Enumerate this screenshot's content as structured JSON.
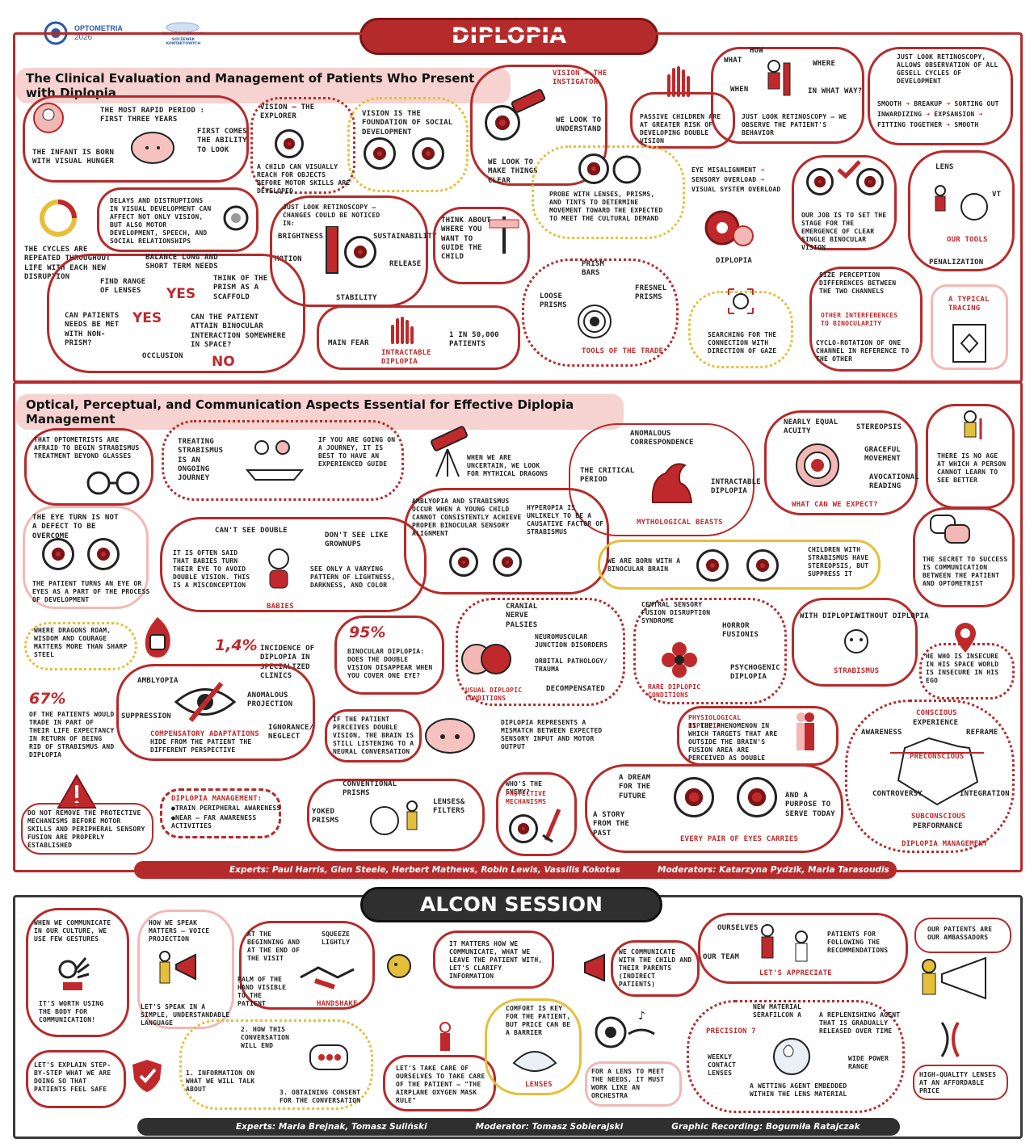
{
  "header": {
    "logo_name": "OPTOMETRIA",
    "logo_year": "2026",
    "partner_logo_line1": "PROJEKT ŚWIADOMOŚCI",
    "partner_logo_line2": "SOCZEWEK KONTAKTOWYCH",
    "main_title": "DIPLOPIA"
  },
  "section1": {
    "title": "The Clinical Evaluation and Management of Patients Who Present with Diplopia",
    "infant_born": "The infant is born with visual hunger",
    "rapid_period": "The most rapid period : first three years",
    "first_comes": "First comes the ability to look",
    "vision_explorer": "Vision – the explorer",
    "child_reach": "A child can visually reach for objects before motor skills are developed",
    "social_foundation": "Vision is the foundation of social development",
    "vision_instigator": "Vision – the instigator",
    "look_understand": "We look to understand",
    "look_clear": "We look to make things clear",
    "passive_children": "Passive children are at greater risk of developing double vision",
    "what": "What",
    "how": "How",
    "where": "Where",
    "when": "When",
    "in_what_way": "In what way?",
    "retino_observe": "Just look retinoscopy – we observe the patient's behavior",
    "retino_gesell": "Just look retinoscopy, allows observation of all Gesell cycles of development",
    "gesell_line1a": "Smooth",
    "gesell_line1b": "Breakup",
    "gesell_line1c": "Sorting out",
    "gesell_line2a": "Inwardizing",
    "gesell_line2b": "Expsansion",
    "gesell_line3a": "Fitting together",
    "gesell_line3b": "Smooth",
    "cycles_repeated": "The cycles are repeated throughout life with each new disruption",
    "delays": "Delays and distruptions in visual development can affect not only vision, but also motor development, speech, and social relationships",
    "retino_changes": "Just look retinoscopy – changes could be noticed in:",
    "brightness": "Brightness",
    "sustainability": "Sustainability",
    "motion": "Motion",
    "release": "Release",
    "stability": "Stability",
    "think_guide": "Think about where you want to guide the child",
    "probe_lenses": "Probe with lenses, prisms, and tints to determine movement toward the expected to meet the cultural demand",
    "eye_misalign": "Eye misalignment",
    "sensory_overload": "Sensory overload",
    "visual_overload": "Visual system overload",
    "diplopia": "Diplopia",
    "our_job": "Our job is to set the stage for the emergence of clear single binocular vision",
    "lens": "Lens",
    "vt": "VT",
    "our_tools": "Our tools",
    "penalization": "Penalization",
    "balance": "Balance long and short term needs",
    "find_range": "Find range of lenses",
    "think_prism": "Think of the prism as a scaffold",
    "yes1": "YES",
    "yes2": "YES",
    "no": "NO",
    "can_patients": "Can patients needs be met with non-prism?",
    "can_attain": "Can the patient attain binocular interaction somewhere in space?",
    "occlusion": "Occlusion",
    "main_fear": "Main fear",
    "intractable": "Intractable diplopia",
    "one_in": "1 in 50,000 patients",
    "prism_bars": "Prism bars",
    "loose_prisms": "Loose prisms",
    "fresnel": "Fresnel prisms",
    "tools_trade": "Tools of the trade",
    "searching": "Searching for the connection with direction of gaze",
    "size_perception": "Size perception differences between the two channels",
    "other_interf": "Other interferences to binocularity",
    "cyclo": "Cyclo-rotation of one channel in reference to the other",
    "typical_tracing": "A typical tracing"
  },
  "section2": {
    "title": "Optical, Perceptual, and Communication Aspects Essential for Effective Diplopia Management",
    "afraid": "That optometrists are afraid to begin strabismus treatment beyond glasses",
    "treating": "Treating strabismus is an ongoing journey",
    "journey_guide": "If you are going on a journey, it is best to have an experienced guide",
    "uncertain": "When we are uncertain, we look for mythical dragons",
    "anomalous_corr": "Anomalous correspondence",
    "critical_period": "The critical period",
    "intractable_dip": "Intractable diplopia",
    "mythological": "Mythological beasts",
    "nearly_equal": "Nearly equal acuity",
    "stereopsis": "Stereopsis",
    "graceful": "Graceful movement",
    "avocational": "Avocational reading",
    "what_expect": "What can we expect?",
    "no_age": "There is no age at which a person cannot learn to see better",
    "eye_turn": "The eye turn is not a defect to be overcome",
    "turns_eye": "The patient turns an eye or eyes as a part of the process of development",
    "cant_double": "Can't see double",
    "babies_turn": "It is often said that babies turn their eye to avoid double vision. This is a misconception",
    "dont_see": "Don't see like grownups",
    "varying": "See only a varying pattern of lightness, darkness, and color",
    "babies": "Babies",
    "amblyopia_strab": "Amblyopia and strabismus occur when a young child cannot consistently achieve proper binocular sensory alignment",
    "hyperopia": "Hyperopia is unlikely to be a causative factor of strabismus",
    "born_binocular": "We are born with a binocular brain",
    "children_strab": "Children with strabismus have stereopsis, but suppress it",
    "secret": "The secret to success is communication between the patient and optometrist",
    "dragons_roam": "Where dragons roam, wisdom and courage matters more than sharp steel",
    "pct_14": "1,4%",
    "incidence": "Incidence of diplopia in specialized clinics",
    "pct_95": "95%",
    "binocular_dip": "Binocular diplopia: does the double vision disappear when you cover one eye?",
    "cranial": "Cranial nerve palsies",
    "neuromuscular": "Neuromuscular junction disorders",
    "orbital": "Orbital pathology/ trauma",
    "decompensated": "Decompensated",
    "usual": "Usual diplopic conditions",
    "central_sensory": "Central sensory fusion disruption syndrome",
    "horror": "Horror fusionis",
    "psychogenic": "Psychogenic diplopia",
    "rare": "Rare diplopic conditions",
    "with_dip": "With diplopia",
    "without_dip": "Without diplopia",
    "strabismus": "Strabismus",
    "insecure": "He who is insecure in his space world is insecure in his ego",
    "pct_67": "67%",
    "patients_trade": "Of the patients would trade in part of their life expectancy in return of being rid of strabismus and diplopia",
    "amblyopia": "Amblyopia",
    "anom_proj": "Anomalous projection",
    "suppression": "Suppression",
    "ignorance": "Ignorance/ neglect",
    "comp_adapt": "Compensatory adaptations",
    "hide": "hide from the patient the different perspective",
    "perceives": "If the patient perceives double vision, the brain is still listening to a neural conversation",
    "mismatch": "Diplopia represents a mismatch between expected sensory input and motor output",
    "physio_label": "Physiological diplopia",
    "physio_text": "is the phenomenon in which targets that are outside the brain's fusion area are perceived as double",
    "conscious": "Conscious",
    "experience": "Experience",
    "awareness": "Awareness",
    "reframe": "Reframe",
    "preconscious": "Preconscious",
    "controversy": "Controversy",
    "integration": "Integration",
    "subconscious": "Subconscious",
    "performance": "Performance",
    "dip_mgmt_ice": "Diplopia management",
    "do_not_remove": "Do not remove the protective mechanisms before motor skills and peripheral sensory fusion are properly established",
    "dip_mgmt_title": "Diplopia management:",
    "train_peripheral": "●Train peripheral awareness",
    "near_far": "●Near – far awareness activities",
    "conv_prisms": "Conventional prisms",
    "lenses_filters": "Lenses& filters",
    "yoked": "Yoked prisms",
    "enemy": "Who's the enemy?",
    "protective": "Protective mechanisms",
    "dream": "A dream for the future",
    "story": "A story from the past",
    "purpose": "And a purpose to serve today",
    "every_pair": "Every pair of eyes carries",
    "experts": "Experts: Paul Harris, Glen Steele, Herbert Mathews, Robin Lewis, Vassilis Kokotas",
    "moderators": "Moderators: Katarzyna Pydzik, Maria Tarasoudis"
  },
  "alcon": {
    "title": "ALCON SESSION",
    "few_gestures": "When we communicate in our culture, we use few gestures",
    "body_comm": "It's worth using the body for communication!",
    "speak_matters": "How we speak matters – voice projection",
    "speak_simple": "Let's speak in a simple, understandable language",
    "beginning": "At the beginning and at the end of the visit",
    "squeeze": "Squeeze lightly",
    "palm": "Palm of the hand visible to the patient",
    "handshake": "Handshake",
    "matters_how": "It matters how we communicate, what we leave the patient with, let's clarify information",
    "communicate_child": "We communicate with the child and their parents (indirect patients)",
    "ourselves": "Ourselves",
    "our_team": "Our team",
    "patients_for": "Patients for following the recommendations",
    "appreciate": "Let's appreciate",
    "ambassadors": "Our patients are our ambassadors",
    "step_by_step": "Let's explain step-by-step what we are doing so that patients feel safe",
    "how_end": "2. How this conversation will end",
    "info": "1. Information on what we will talk about",
    "consent": "3. Obtaining consent for the conversation",
    "take_care": "Let's take care of ourselves to take care of the patient – \"the airplane oxygen mask rule\"",
    "comfort": "Comfort is key for the patient, but price can be a barrier",
    "lenses": "Lenses",
    "orchestra": "For a lens to meet the needs, it must work like an orchestra",
    "new_material": "New material Serafilcon A",
    "replenishing": "A replenishing agent that is gradually released over time",
    "precision": "Precision 7",
    "weekly": "Weekly contact lenses",
    "wide_power": "Wide power range",
    "wetting": "A wetting agent embedded within the lens material",
    "high_quality": "High-quality lenses at an affordable price",
    "experts": "Experts: Maria Brejnak, Tomasz Suliński",
    "moderator": "Moderator: Tomasz Sobierajski",
    "recording": "Graphic Recording: Bogumiła Ratajczak"
  },
  "colors": {
    "accent_red": "#b52b2b",
    "pink": "#f6d3d0",
    "gold": "#e6bf3a",
    "dark": "#2a2a2a"
  }
}
